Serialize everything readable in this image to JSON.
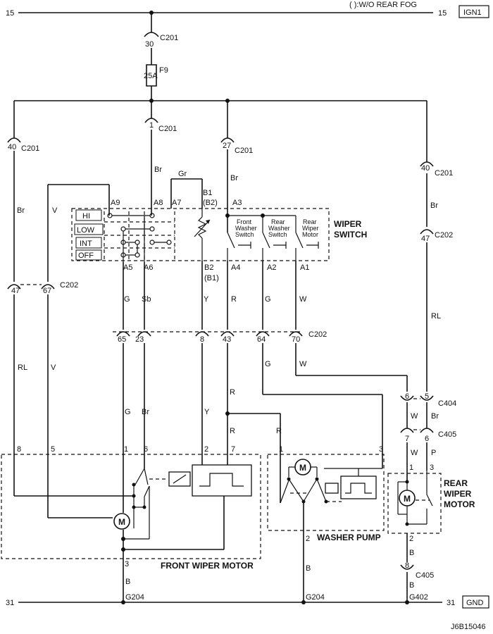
{
  "header": {
    "note": "( ):W/O REAR FOG",
    "rail_top_left": "15",
    "rail_top_right": "15",
    "ign_label": "IGN1"
  },
  "footer": {
    "rail_bottom_left": "31",
    "rail_bottom_right": "31",
    "gnd_label": "GND",
    "diagram_code": "J6B15046"
  },
  "fuse": {
    "connector_pin": "30",
    "connector": "C201",
    "rating": "25A",
    "name": "F9"
  },
  "connectors_top": [
    {
      "pin": "40",
      "name": "C201",
      "wire": "Br"
    },
    {
      "pin": "1",
      "name": "C201",
      "wire": "Br"
    },
    {
      "pin": "27",
      "name": "C201",
      "wire": "Br"
    },
    {
      "pin": "40",
      "name": "C201",
      "wire": "Br"
    },
    {
      "pin": "47",
      "name": "C202",
      "wire": "RL"
    }
  ],
  "switch": {
    "title_line1": "WIPER",
    "title_line2": "SWITCH",
    "positions": [
      "HI",
      "LOW",
      "INT",
      "OFF"
    ],
    "pins_top": [
      "A9",
      "A8",
      "A7",
      "B1",
      "(B2)",
      "A3"
    ],
    "pins_bottom": [
      "A5",
      "A6",
      "B2",
      "(B1)",
      "A4",
      "A2",
      "A1"
    ],
    "gr_wire": "Gr",
    "v_wire": "V",
    "sub_switches": [
      {
        "line1": "Front",
        "line2": "Washer",
        "line3": "Switch"
      },
      {
        "line1": "Rear",
        "line2": "Washer",
        "line3": "Switch"
      },
      {
        "line1": "Rear",
        "line2": "Wiper",
        "line3": "Motor"
      }
    ]
  },
  "c202_upper": {
    "pins": [
      "47",
      "67"
    ],
    "name": "C202"
  },
  "c202_mid": {
    "pins": [
      "65",
      "23",
      "8",
      "43",
      "64",
      "70"
    ],
    "name": "C202",
    "wires_above": [
      "G",
      "Sb",
      "Y",
      "R",
      "G",
      "W"
    ],
    "wires_below": [
      "G",
      "W"
    ]
  },
  "wire_labels": {
    "rl_left": "RL",
    "v_left": "V",
    "br_left": "Br",
    "g_motor": "G",
    "br_motor": "Br",
    "y_motor": "Y",
    "r_motor1": "R",
    "r_motor2": "R",
    "r_pump": "R",
    "b_front": "B",
    "b_pump": "B",
    "b_rear": "B"
  },
  "c404": {
    "pins": [
      "6",
      "5"
    ],
    "name": "C404",
    "wires": [
      "W",
      "Br"
    ]
  },
  "c405": {
    "pins": [
      "7",
      "6"
    ],
    "name": "C405",
    "wires": [
      "W",
      "P"
    ]
  },
  "front_motor": {
    "title": "FRONT WIPER MOTOR",
    "pins_top": [
      "8",
      "5",
      "1",
      "6",
      "2",
      "7"
    ],
    "pin_bottom": "3",
    "motor_symbol": "M"
  },
  "washer_pump": {
    "title": "WASHER PUMP",
    "pins_top": [
      "1",
      "3"
    ],
    "pin_bottom": "2",
    "motor_symbol": "M"
  },
  "rear_motor": {
    "title_line1": "REAR",
    "title_line2": "WIPER",
    "title_line3": "MOTOR",
    "pins_top": [
      "1",
      "3"
    ],
    "pin_bottom": "2",
    "motor_symbol": "M"
  },
  "c405_lower": {
    "pin": "8",
    "name": "C405"
  },
  "grounds": [
    "G204",
    "G204",
    "G402"
  ]
}
